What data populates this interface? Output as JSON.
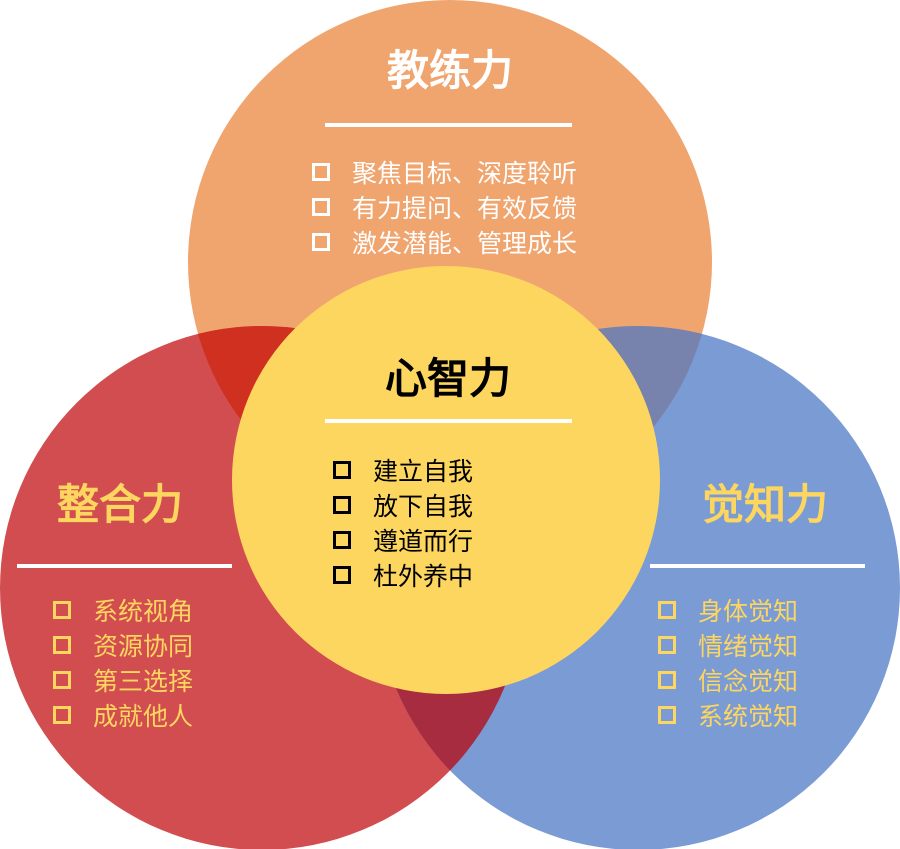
{
  "colors": {
    "coaching": "#f0a46e",
    "integration": "#d24d4f",
    "awareness": "#7b9bd5",
    "mind": "#fdd660",
    "coach_integ": "#cf3020",
    "coach_aware": "#7883ad",
    "integ_aware": "#a82c40"
  },
  "coaching": {
    "title": "教练力",
    "items": [
      "聚焦目标、深度聆听",
      "有力提问、有效反馈",
      "激发潜能、管理成长"
    ]
  },
  "mind": {
    "title": "心智力",
    "items": [
      "建立自我",
      "放下自我",
      "遵道而行",
      "杜外养中"
    ]
  },
  "integration": {
    "title": "整合力",
    "items": [
      "系统视角",
      "资源协同",
      "第三选择",
      "成就他人"
    ]
  },
  "awareness": {
    "title": "觉知力",
    "items": [
      "身体觉知",
      "情绪觉知",
      "信念觉知",
      "系统觉知"
    ]
  }
}
